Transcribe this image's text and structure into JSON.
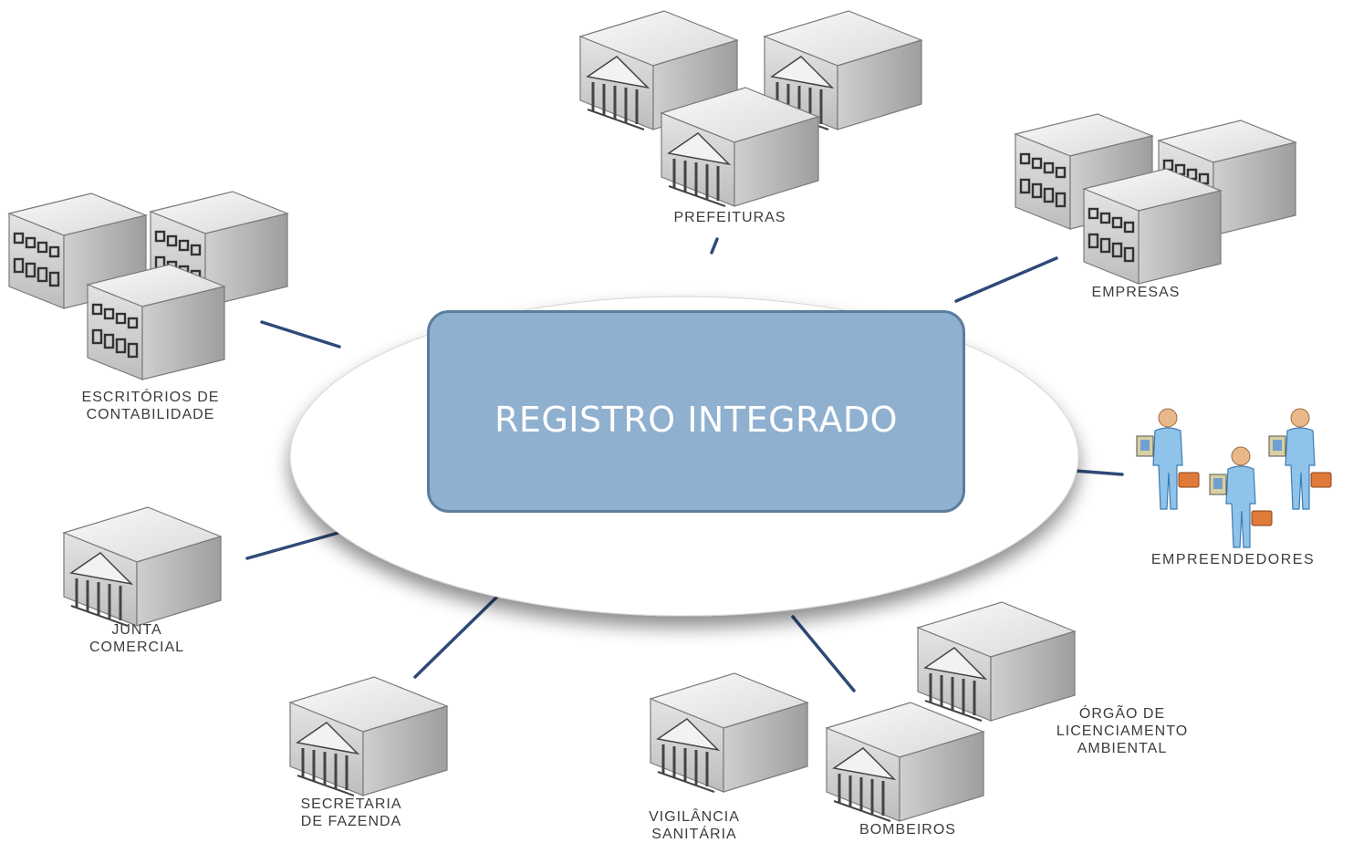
{
  "title": "REGISTRO INTEGRADO",
  "nodes": {
    "prefeituras": "PREFEITURAS",
    "empresas": "EMPRESAS",
    "escritorios": "ESCRITÓRIOS DE\nCONTABILIDADE",
    "empreendedores": "EMPREENDEDORES",
    "junta": "JUNTA\nCOMERCIAL",
    "secretaria": "SECRETARIA\nDE FAZENDA",
    "vigilancia": "VIGILÂNCIA\nSANITÁRIA",
    "bombeiros": "BOMBEIROS",
    "orgao": "ÓRGÃO DE\nLICENCIAMENTO\nAMBIENTAL"
  },
  "colors": {
    "center_fill": "#8fb0cf",
    "center_border": "#5c7d9e",
    "connector": "#2e4a78",
    "ellipse": "#ffffff"
  },
  "icons": {
    "government": "government-building-icon",
    "office": "office-building-icon",
    "people": "businessman-icon"
  }
}
